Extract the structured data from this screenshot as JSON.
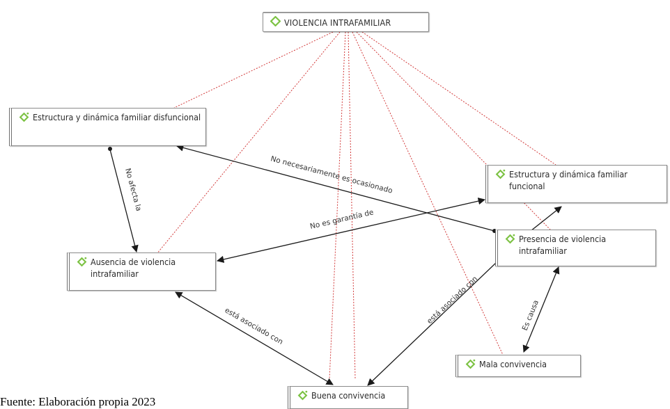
{
  "nodes": {
    "root": "VIOLENCIA INTRAFAMILIAR",
    "dysfunctional": "Estructura y dinámica familiar disfuncional",
    "functional": "Estructura y dinámica familiar funcional",
    "absence": "Ausencia de violencia intrafamiliar",
    "presence": "Presencia de violencia intrafamiliar",
    "bad_coexistence": "Mala convivencia",
    "good_coexistence": "Buena convivencia"
  },
  "relations": {
    "no_afecta": "No afecta la",
    "no_necesariamente": "No necesariamente es ocasionado",
    "no_garantia": "No es garantía de",
    "asociado_1": "está asociado con",
    "asociado_2": "está asociado con",
    "es_causa": "Es causa"
  },
  "caption": "Fuente: Elaboración propia 2023",
  "colors": {
    "icon": "#7cc243",
    "dotted_link": "#d23a3a",
    "arrow": "#1a1a1a"
  },
  "icon_name": "code-node-icon"
}
